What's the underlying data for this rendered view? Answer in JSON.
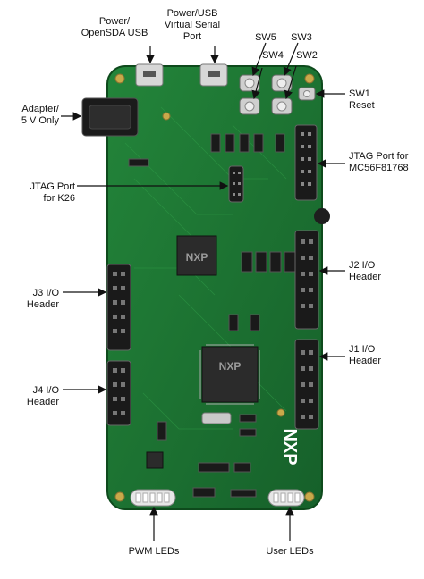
{
  "labels": {
    "power_opensda": "Power/\nOpenSDA USB",
    "power_usb_virtual": "Power/USB\nVirtual Serial\nPort",
    "sw5": "SW5",
    "sw4": "SW4",
    "sw3": "SW3",
    "sw2": "SW2",
    "sw1": "SW1\nReset",
    "adapter": "Adapter/\n5 V Only",
    "jtag_mc56": "JTAG Port for\nMC56F81768",
    "jtag_k26": "JTAG Port\nfor K26",
    "j2": "J2 I/O\nHeader",
    "j3": "J3 I/O\nHeader",
    "j1": "J1 I/O\nHeader",
    "j4": "J4 I/O\nHeader",
    "pwm_leds": "PWM LEDs",
    "user_leds": "User LEDs"
  },
  "board": {
    "brand": "NXP",
    "chip_logo_upper": "NXP",
    "chip_logo_lower": "NXP",
    "colors": {
      "pcb": "#1f7a2e",
      "pcb_dark": "#17612a",
      "header": "#1a1a1a",
      "silk": "#dfe9df",
      "arrow": "#111111"
    }
  }
}
